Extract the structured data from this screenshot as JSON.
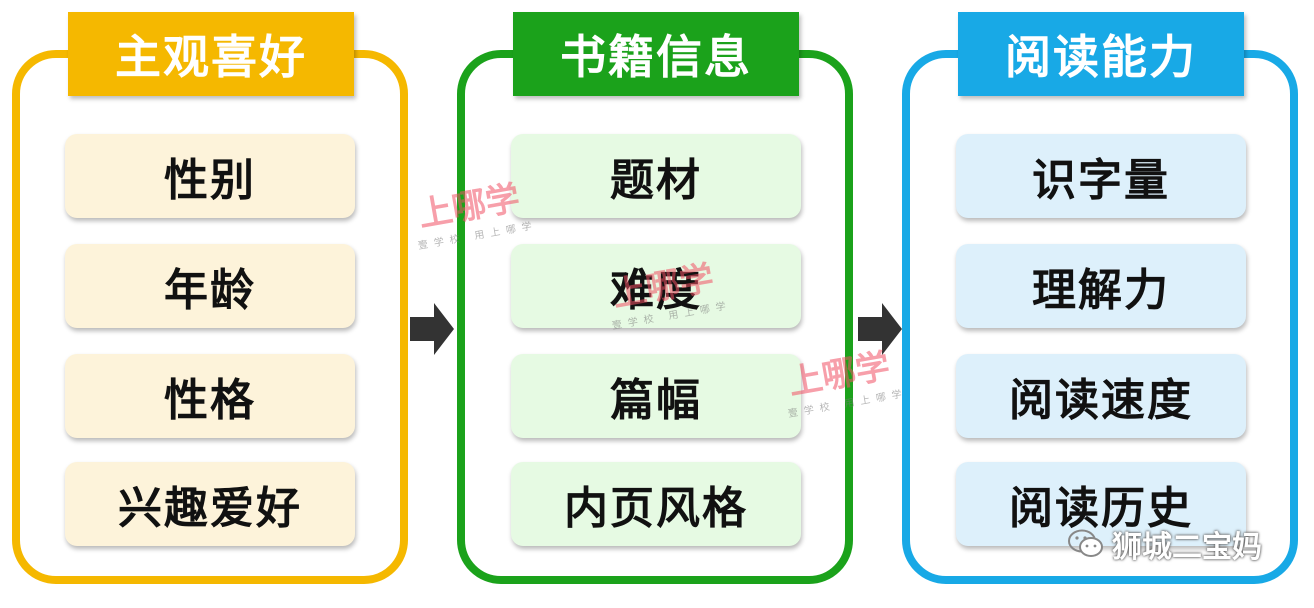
{
  "colors": {
    "panel1": "#F5B800",
    "panel2": "#1BA21B",
    "panel3": "#18A9E6",
    "item1": "#FDF3DA",
    "item2": "#E6FAE3",
    "item3": "#DDF0FB",
    "arrow": "#333333"
  },
  "panels": [
    {
      "title": "主观喜好",
      "items": [
        "性别",
        "年龄",
        "性格",
        "兴趣爱好"
      ]
    },
    {
      "title": "书籍信息",
      "items": [
        "题材",
        "难度",
        "篇幅",
        "内页风格"
      ]
    },
    {
      "title": "阅读能力",
      "items": [
        "识字量",
        "理解力",
        "阅读速度",
        "阅读历史"
      ]
    }
  ],
  "watermark": {
    "main": "上哪学",
    "sub": "壹学校 用上哪学"
  },
  "credit": {
    "icon": "wechat-icon",
    "text": "狮城二宝妈"
  }
}
